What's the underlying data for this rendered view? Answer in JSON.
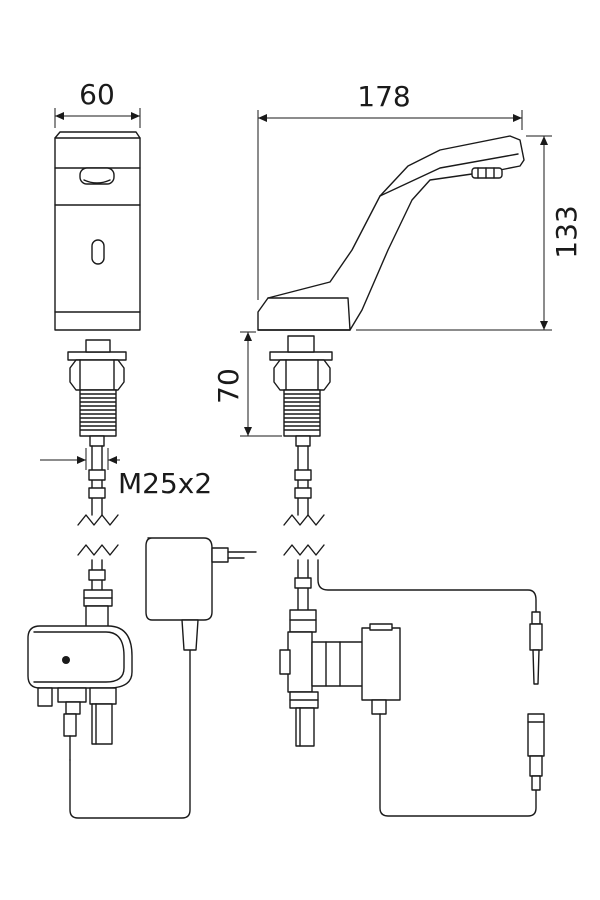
{
  "dimensions": {
    "body_width": "60",
    "spout_length": "178",
    "spout_height": "133",
    "shank_length": "70",
    "thread": "M25x2"
  }
}
